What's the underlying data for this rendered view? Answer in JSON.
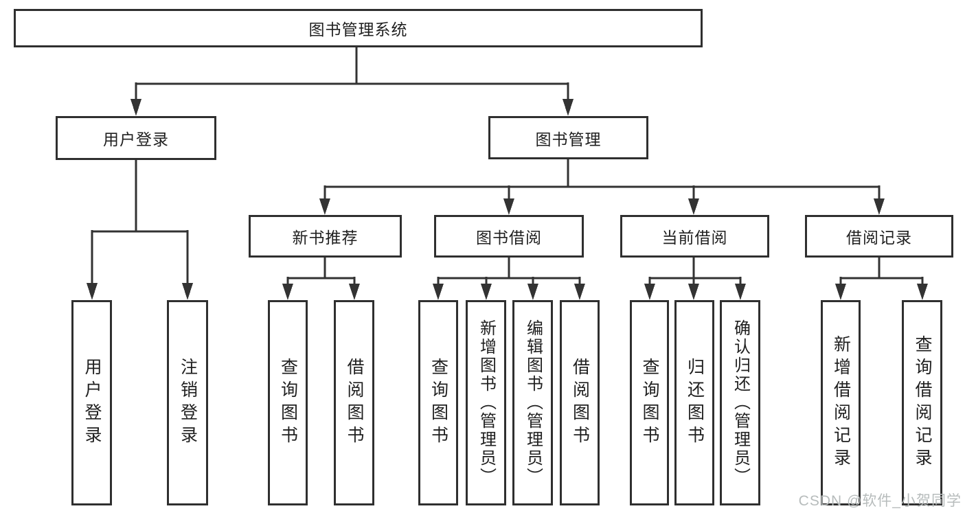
{
  "diagram": {
    "root": "图书管理系统",
    "branches": [
      {
        "label": "用户登录",
        "children": [
          "用户登录",
          "注销登录"
        ]
      },
      {
        "label": "图书管理",
        "sections": [
          {
            "label": "新书推荐",
            "children": [
              "查询图书",
              "借阅图书"
            ]
          },
          {
            "label": "图书借阅",
            "children": [
              "查询图书",
              "新增图书（管理员）",
              "编辑图书（管理员）",
              "借阅图书"
            ]
          },
          {
            "label": "当前借阅",
            "children": [
              "查询图书",
              "归还图书",
              "确认归还（管理员）"
            ]
          },
          {
            "label": "借阅记录",
            "children": [
              "新增借阅记录",
              "查询借阅记录"
            ]
          }
        ]
      }
    ]
  },
  "watermark": {
    "text": "CSDN @软件_小贺同学"
  },
  "colors": {
    "line": "#333333",
    "box_border": "#2f2f2f",
    "text": "#1f1f1f",
    "background": "#ffffff",
    "watermark": "#b7bcbc"
  }
}
